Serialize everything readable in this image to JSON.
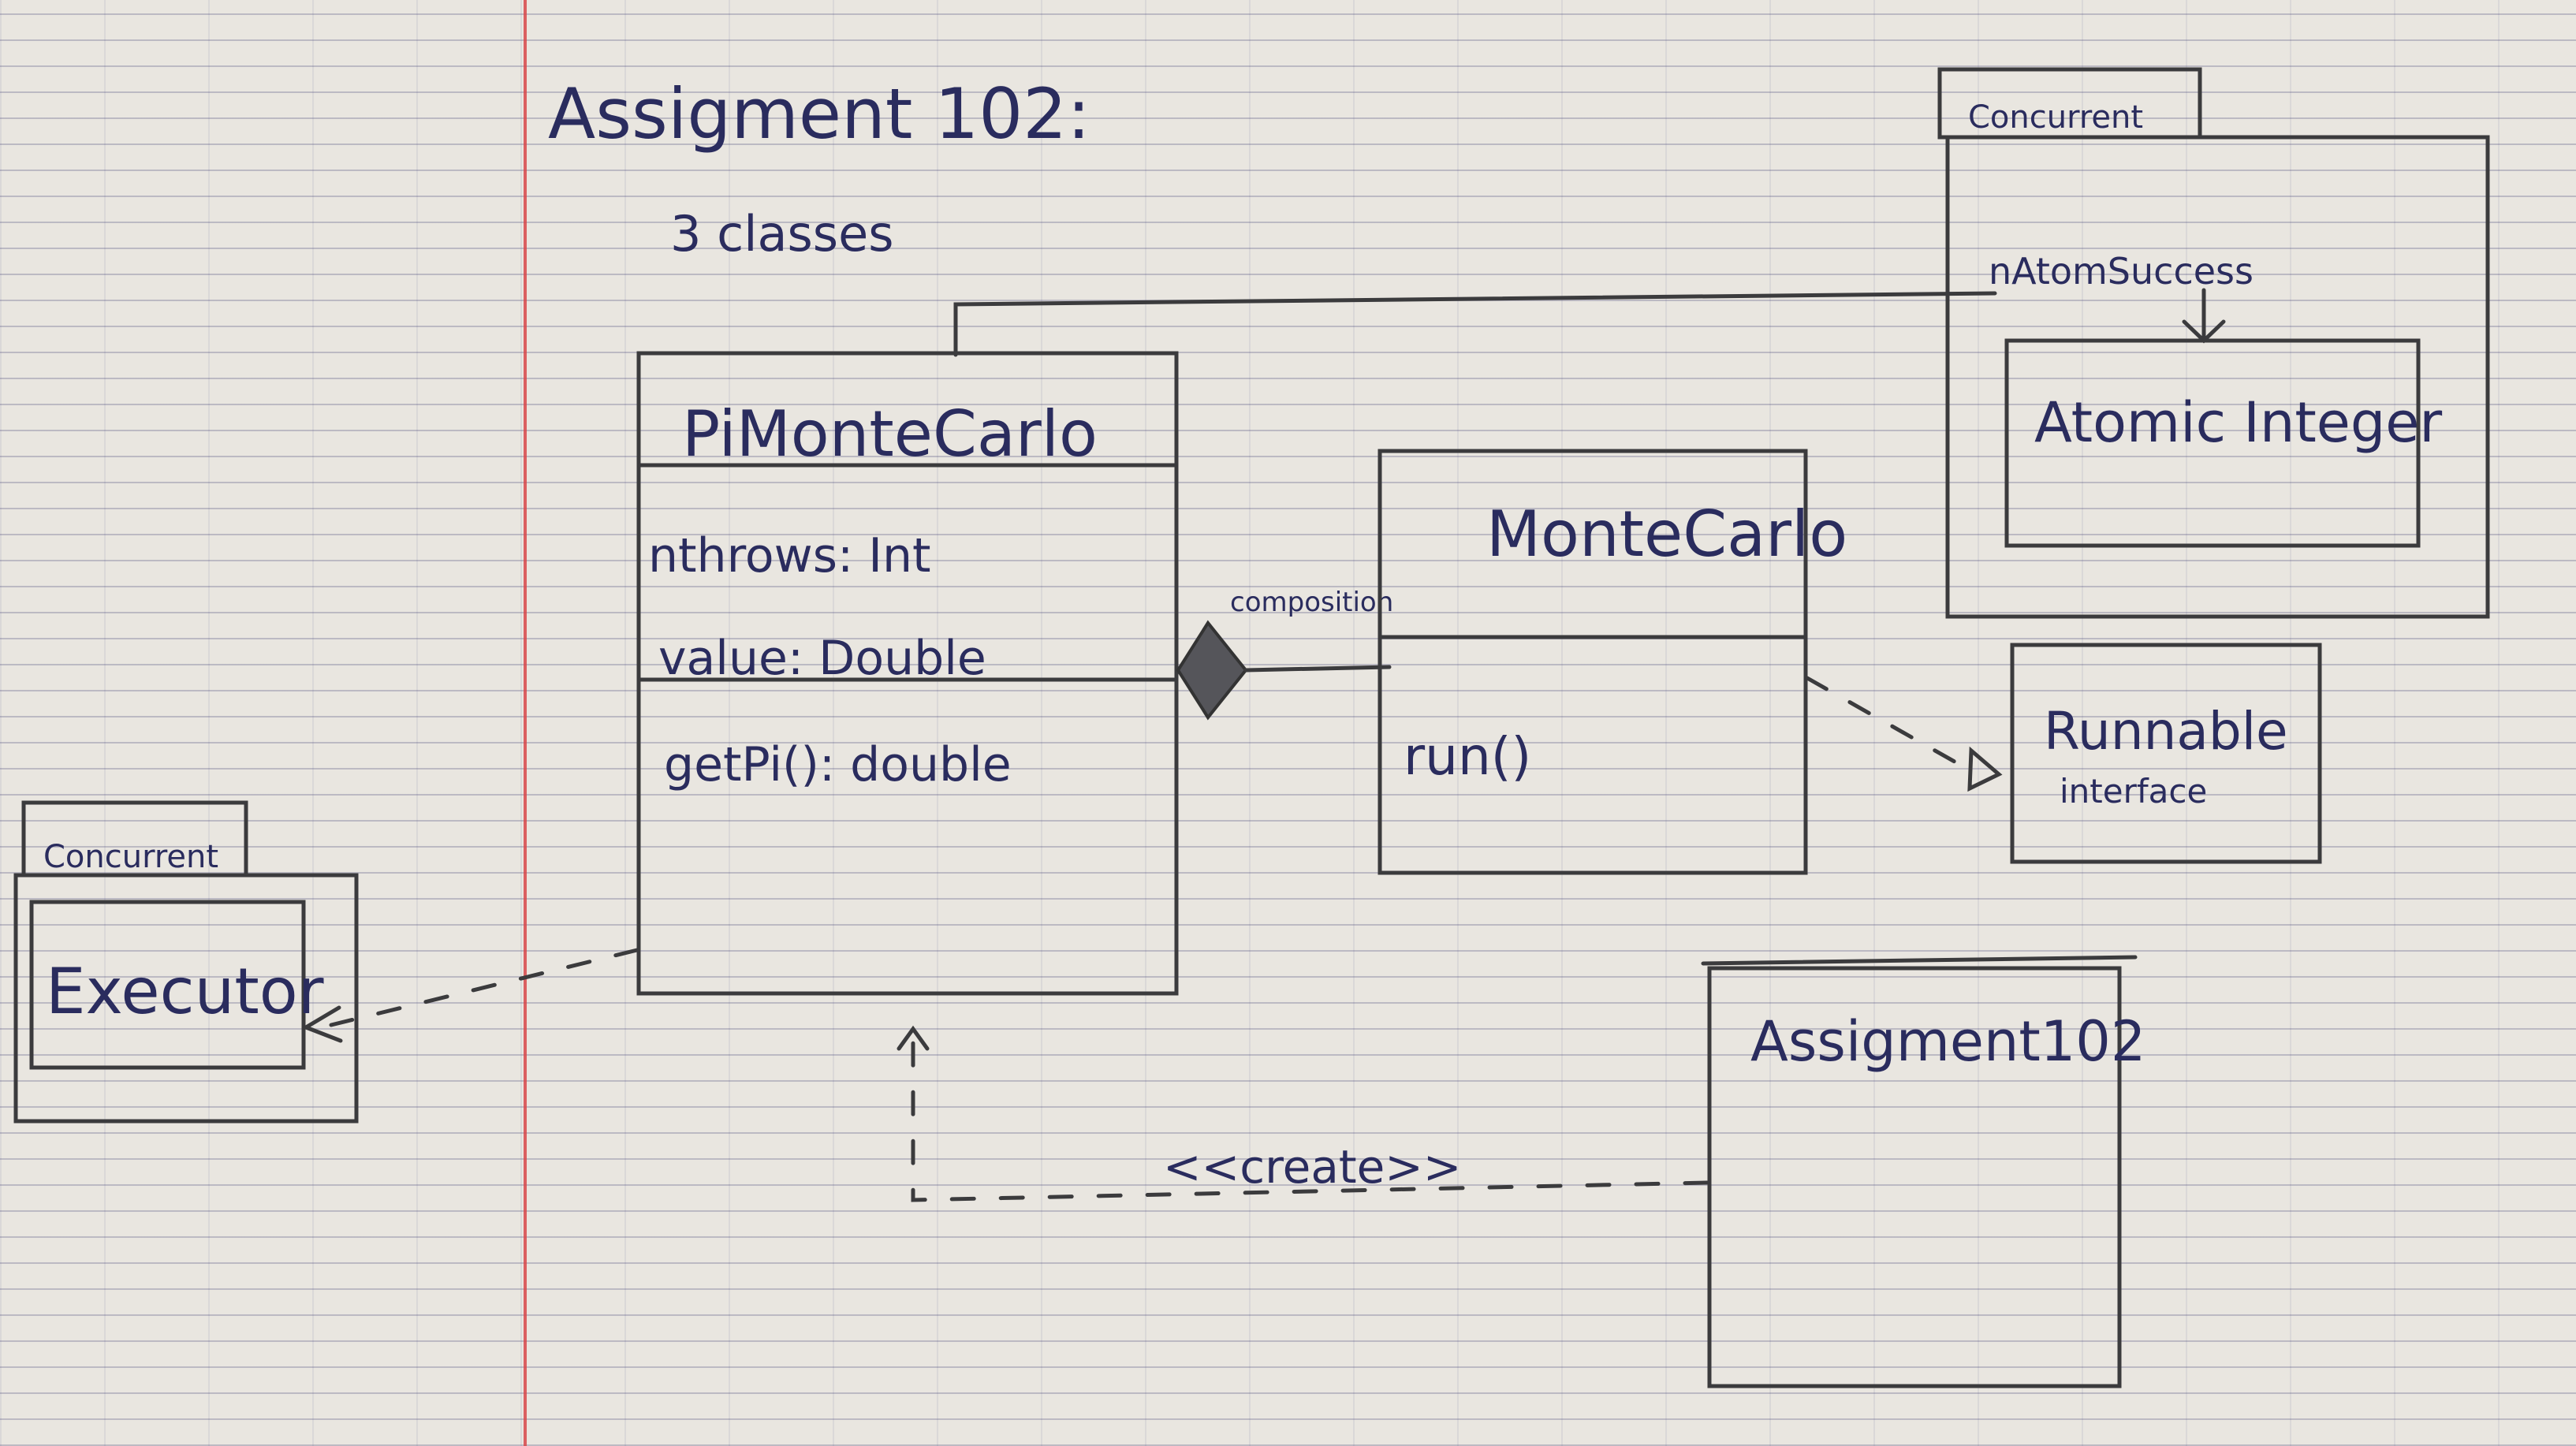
{
  "heading": {
    "title": "Assigment 102:",
    "subtitle": "3 classes"
  },
  "packages": {
    "concurrent_top": {
      "name": "Concurrent",
      "attribute_label": "nAtomSuccess",
      "class_name": "Atomic Integer"
    },
    "concurrent_left": {
      "name": "Concurrent",
      "class_name": "Executor"
    }
  },
  "classes": {
    "pi_monte_carlo": {
      "name": "PiMonteCarlo",
      "attributes": [
        "nthrows: Int",
        "value: Double"
      ],
      "methods": [
        "getPi(): double"
      ]
    },
    "monte_carlo": {
      "name": "MonteCarlo",
      "methods": [
        "run()"
      ]
    },
    "runnable": {
      "name": "Runnable",
      "stereotype": "interface"
    },
    "assigment102": {
      "name": "Assigment102"
    }
  },
  "relations": {
    "composition_label": "composition",
    "create_label": "<<create>>"
  },
  "colors": {
    "ink": "#2a2c5e",
    "pencil": "#3b3b3d",
    "paper": "#e9e6e0",
    "margin": "#d8464a"
  }
}
